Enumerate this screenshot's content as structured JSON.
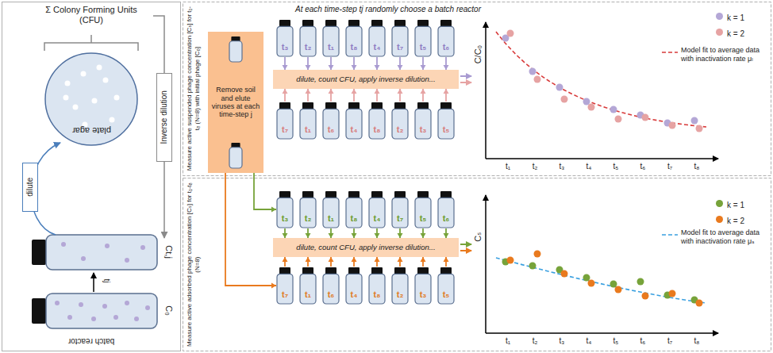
{
  "diagram": {
    "nodes": [
      {
        "text": [
          "plate agar"
        ]
      },
      {
        "text": [
          "dilute"
        ]
      },
      {
        "text": [
          "Inverse dilution"
        ]
      },
      {
        "text": [
          "Remove soil and elute viruses at each time-step j"
        ]
      },
      {
        "text": [
          "t₃"
        ]
      },
      {
        "text": [
          "t₂"
        ]
      },
      {
        "text": [
          "t₁"
        ]
      },
      {
        "text": [
          "t₈"
        ]
      },
      {
        "text": [
          "t₄"
        ]
      },
      {
        "text": [
          "t₇"
        ]
      },
      {
        "text": [
          "t₅"
        ]
      },
      {
        "text": [
          "t₆"
        ]
      },
      {
        "text": [
          "dilute, count CFU, apply inverse dilution..."
        ]
      },
      {
        "text": [
          "t₇"
        ]
      },
      {
        "text": [
          "t₁"
        ]
      },
      {
        "text": [
          "t₆"
        ]
      },
      {
        "text": [
          "t₄"
        ]
      },
      {
        "text": [
          "t₈"
        ]
      },
      {
        "text": [
          "t₂"
        ]
      },
      {
        "text": [
          "t₃"
        ]
      },
      {
        "text": [
          "t₅"
        ]
      },
      {
        "text": [
          "t₃"
        ]
      },
      {
        "text": [
          "t₂"
        ]
      },
      {
        "text": [
          "t₁"
        ]
      },
      {
        "text": [
          "t₈"
        ]
      },
      {
        "text": [
          "t₄"
        ]
      },
      {
        "text": [
          "t₇"
        ]
      },
      {
        "text": [
          "t₅"
        ]
      },
      {
        "text": [
          "t₆"
        ]
      },
      {
        "text": [
          "dilute, count CFU, apply inverse dilution..."
        ]
      },
      {
        "text": [
          "t₇"
        ]
      },
      {
        "text": [
          "t₁"
        ]
      },
      {
        "text": [
          "t₆"
        ]
      },
      {
        "text": [
          "t₄"
        ]
      },
      {
        "text": [
          "t₈"
        ]
      },
      {
        "text": [
          "t₂"
        ]
      },
      {
        "text": [
          "t₃"
        ]
      },
      {
        "text": [
          "t₅"
        ]
      }
    ],
    "edges": [
      {
        "from": 4,
        "to": 12,
        "arrow": "to"
      },
      {
        "from": 5,
        "to": 12,
        "arrow": "to"
      },
      {
        "from": 6,
        "to": 12,
        "arrow": "to"
      },
      {
        "from": 7,
        "to": 12,
        "arrow": "to"
      },
      {
        "from": 8,
        "to": 12,
        "arrow": "to"
      },
      {
        "from": 9,
        "to": 12,
        "arrow": "to"
      },
      {
        "from": 10,
        "to": 12,
        "arrow": "to"
      },
      {
        "from": 11,
        "to": 12,
        "arrow": "to"
      },
      {
        "from": 13,
        "to": 12,
        "arrow": "to"
      },
      {
        "from": 14,
        "to": 12,
        "arrow": "to"
      },
      {
        "from": 15,
        "to": 12,
        "arrow": "to"
      },
      {
        "from": 16,
        "to": 12,
        "arrow": "to"
      },
      {
        "from": 17,
        "to": 12,
        "arrow": "to"
      },
      {
        "from": 18,
        "to": 12,
        "arrow": "to"
      },
      {
        "from": 19,
        "to": 12,
        "arrow": "to"
      },
      {
        "from": 20,
        "to": 12,
        "arrow": "to"
      },
      {
        "from": 21,
        "to": 29,
        "arrow": "to"
      },
      {
        "from": 22,
        "to": 29,
        "arrow": "to"
      },
      {
        "from": 23,
        "to": 29,
        "arrow": "to"
      },
      {
        "from": 24,
        "to": 29,
        "arrow": "to"
      },
      {
        "from": 25,
        "to": 29,
        "arrow": "to"
      },
      {
        "from": 26,
        "to": 29,
        "arrow": "to"
      },
      {
        "from": 27,
        "to": 29,
        "arrow": "to"
      },
      {
        "from": 28,
        "to": 29,
        "arrow": "to"
      },
      {
        "from": 30,
        "to": 29,
        "arrow": "to"
      },
      {
        "from": 31,
        "to": 29,
        "arrow": "to"
      },
      {
        "from": 32,
        "to": 29,
        "arrow": "to"
      },
      {
        "from": 33,
        "to": 29,
        "arrow": "to"
      },
      {
        "from": 34,
        "to": 29,
        "arrow": "to"
      },
      {
        "from": 35,
        "to": 29,
        "arrow": "to"
      },
      {
        "from": 36,
        "to": 29,
        "arrow": "to"
      },
      {
        "from": 37,
        "to": 29,
        "arrow": "to"
      },
      {
        "from": 3,
        "to": 21,
        "arrow": "to"
      },
      {
        "from": 3,
        "to": 30,
        "arrow": "to"
      }
    ],
    "labels": [
      "Σ Colony Forming Units (CFU)",
      "Ct,j",
      "tj",
      "C₀",
      "batch reactor",
      "Measure active suspended phage concentration [Cₛ] for t₁-t₈ (N=8) with initial phage [C₀]",
      "At each time-step tj randomly choose a batch reactor",
      "C/C₀",
      "t₁",
      "t₂",
      "t₃",
      "t₄",
      "t₅",
      "t₆",
      "t₇",
      "t₈",
      "Measure active adsorbed phage concentration [Cₛ] for t₁-t₈ (N=8)",
      "Cₛ",
      "t₁",
      "t₂",
      "t₃",
      "t₄",
      "t₅",
      "t₆",
      "t₇",
      "t₈"
    ],
    "legend": [
      {
        "text": "k = 1",
        "color": "#b4a7d6"
      },
      {
        "text": "k = 2",
        "color": "#e6a3a3"
      },
      {
        "text": "Model fit to average data with inactivation rate μₗ"
      },
      {
        "text": "k = 1",
        "color": "#77a33a"
      },
      {
        "text": "k = 2",
        "color": "#e97a1e"
      },
      {
        "text": "Model fit to average data with inactivation rate μₛ"
      }
    ]
  }
}
